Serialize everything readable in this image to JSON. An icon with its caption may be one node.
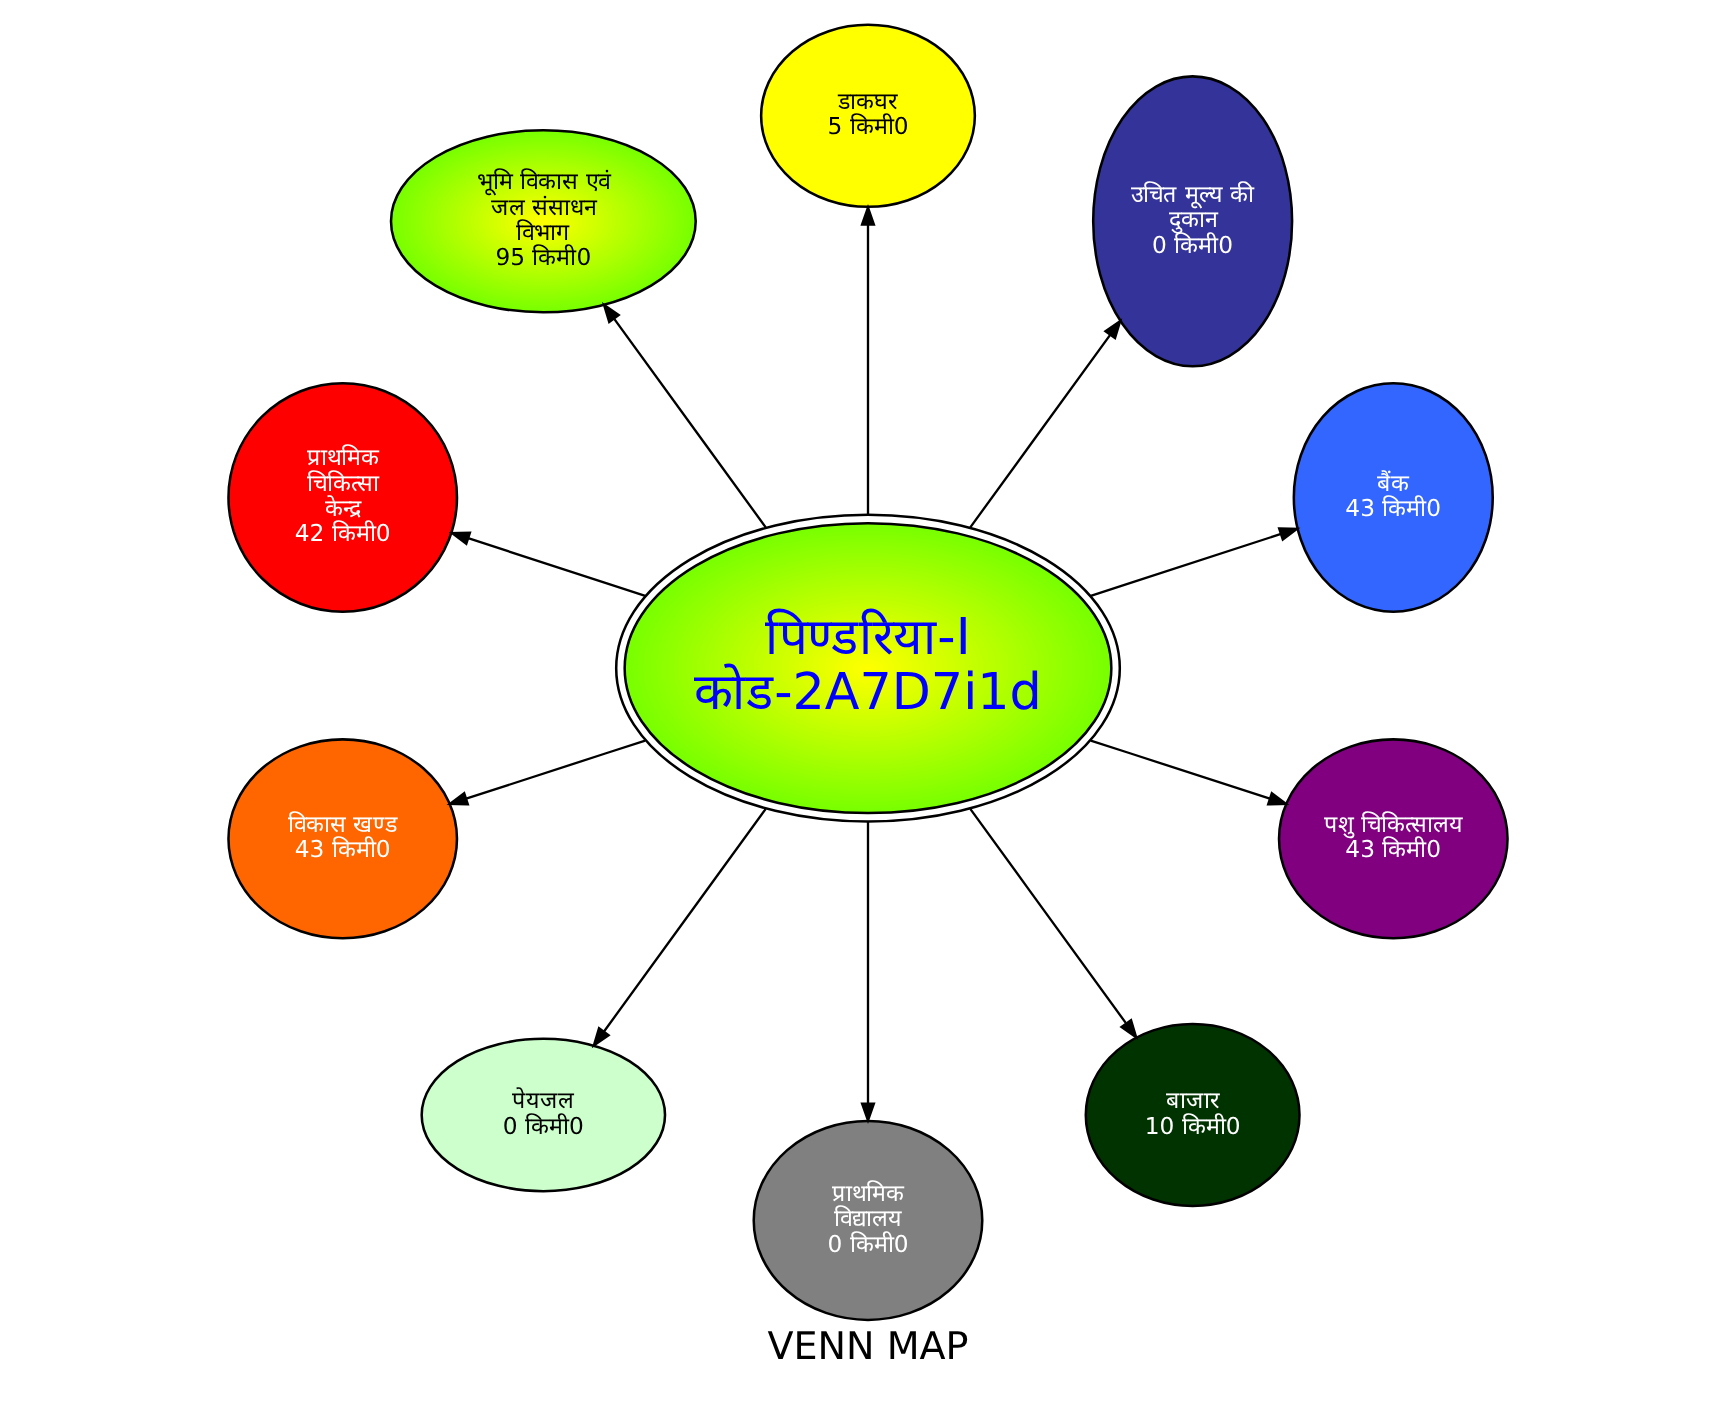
{
  "diagram": {
    "caption": "VENN MAP",
    "nodes": [
      {
        "text": [
          "पिण्डरिया-I",
          "कोड-2A7D7i1d"
        ]
      },
      {
        "text": [
          "बैंक",
          "43 किमी0"
        ]
      },
      {
        "text": [
          "उचित मूल्य की दुकान",
          "0 किमी0"
        ]
      },
      {
        "text": [
          "डाकघर",
          "5 किमी0"
        ]
      },
      {
        "text": [
          "भूमि विकास एवं जल संसाधन विभाग",
          "95 किमी0"
        ]
      },
      {
        "text": [
          "प्राथमिक चिकित्सा केन्द्र",
          "42 किमी0"
        ]
      },
      {
        "text": [
          "विकास खण्ड",
          "43 किमी0"
        ]
      },
      {
        "text": [
          "पेयजल",
          "0 किमी0"
        ]
      },
      {
        "text": [
          "प्राथमिक विद्यालय",
          "0 किमी0"
        ]
      },
      {
        "text": [
          "बाजार",
          "10 किमी0"
        ]
      },
      {
        "text": [
          "पशु चिकित्सालय",
          "43 किमी0"
        ]
      }
    ],
    "edges": [
      {
        "from": 0,
        "to": 1,
        "arrow": "to"
      },
      {
        "from": 0,
        "to": 2,
        "arrow": "to"
      },
      {
        "from": 0,
        "to": 3,
        "arrow": "to"
      },
      {
        "from": 0,
        "to": 4,
        "arrow": "to"
      },
      {
        "from": 0,
        "to": 5,
        "arrow": "to"
      },
      {
        "from": 0,
        "to": 6,
        "arrow": "to"
      },
      {
        "from": 0,
        "to": 7,
        "arrow": "to"
      },
      {
        "from": 0,
        "to": 8,
        "arrow": "to"
      },
      {
        "from": 0,
        "to": 9,
        "arrow": "to"
      },
      {
        "from": 0,
        "to": 10,
        "arrow": "to"
      }
    ]
  }
}
